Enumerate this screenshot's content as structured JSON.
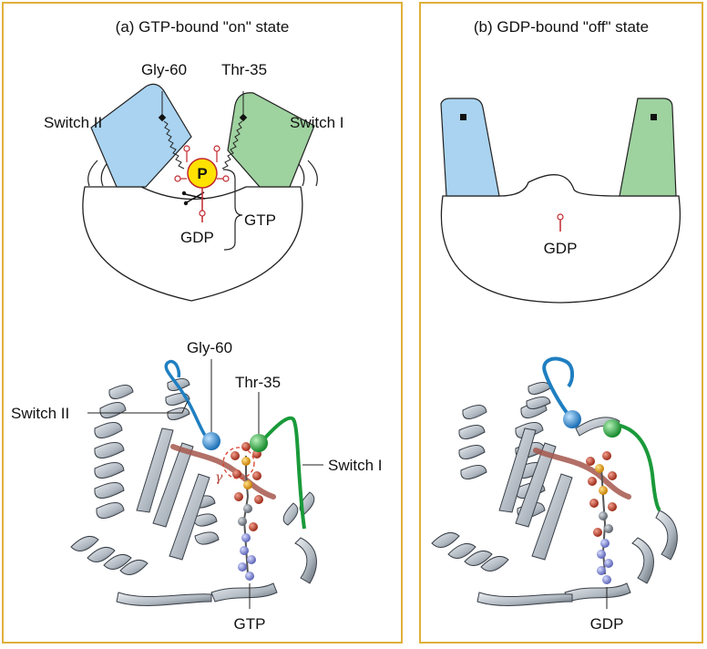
{
  "panel_a": {
    "title": "(a) GTP-bound \"on\" state",
    "labels": {
      "gly60": "Gly-60",
      "thr35": "Thr-35",
      "switch2": "Switch II",
      "switch1": "Switch I",
      "p": "P",
      "gtp": "GTP",
      "gdp": "GDP",
      "gly60_3d": "Gly-60",
      "thr35_3d": "Thr-35",
      "switch2_3d": "Switch II",
      "switch1_3d": "Switch I",
      "gamma": "γ",
      "gtp_3d": "GTP"
    }
  },
  "panel_b": {
    "title": "(b) GDP-bound \"off\" state",
    "labels": {
      "gdp": "GDP",
      "gdp_3d": "GDP"
    }
  },
  "colors": {
    "frame": "#e0b03a",
    "switch2": "#a9d3f0",
    "switch1": "#9ed29f",
    "phosphate": "#ffe200",
    "bond": "#c0272d",
    "ribbon": "#c7ced6",
    "loop_blue": "#1f7fc1",
    "loop_green": "#1a9a3a",
    "loop_red": "#a4574c"
  }
}
